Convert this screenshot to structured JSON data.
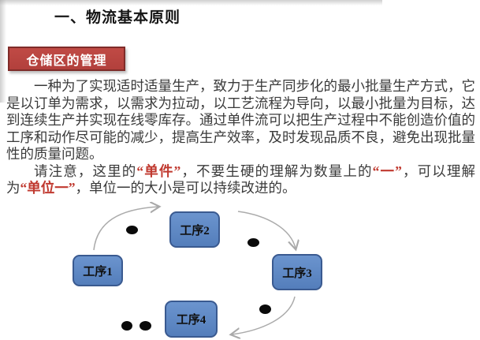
{
  "title": "一、物流基本原则",
  "banner": {
    "label": "仓储区的管理"
  },
  "body": {
    "paragraphs": [
      [
        {
          "t": "一种为了实现适时适量生产，致力于生产同步化的最小批量生产方式，它是以订单为需求，以需求为拉动，以工艺流程为导向，以最小批量为目标，达到连续生产并实现在线零库存。通过单件流可以把生产过程中不能创造价值的工序和动作尽可能的减少，提高生产效率，及时发现品质不良，避免出现批量性的质量问题。",
          "red": false
        }
      ],
      [
        {
          "t": "请注意，这里的",
          "red": false
        },
        {
          "t": "“单件”",
          "red": true
        },
        {
          "t": "，不要生硬的理解为数量上的",
          "red": false
        },
        {
          "t": "“一”",
          "red": true
        },
        {
          "t": "，可以理解为",
          "red": false
        },
        {
          "t": "“单位一”",
          "red": true
        },
        {
          "t": "，单位一的大小是可以持续改进的。",
          "red": false
        }
      ]
    ]
  },
  "diagram": {
    "nodes": [
      {
        "id": "process-1",
        "label": "工序1"
      },
      {
        "id": "process-2",
        "label": "工序2"
      },
      {
        "id": "process-3",
        "label": "工序3"
      },
      {
        "id": "process-4",
        "label": "工序4"
      }
    ],
    "work_item_dot_count": 5
  },
  "colors": {
    "banner_red": "#b2403c",
    "banner_border": "#7f2c29",
    "highlight_red": "#c0392f",
    "box_blue": "#547ebb",
    "box_border": "#3a5a90",
    "arrow_gray": "#ababab",
    "dot_black": "#0a0a0a",
    "text": "#3a3a3a"
  }
}
